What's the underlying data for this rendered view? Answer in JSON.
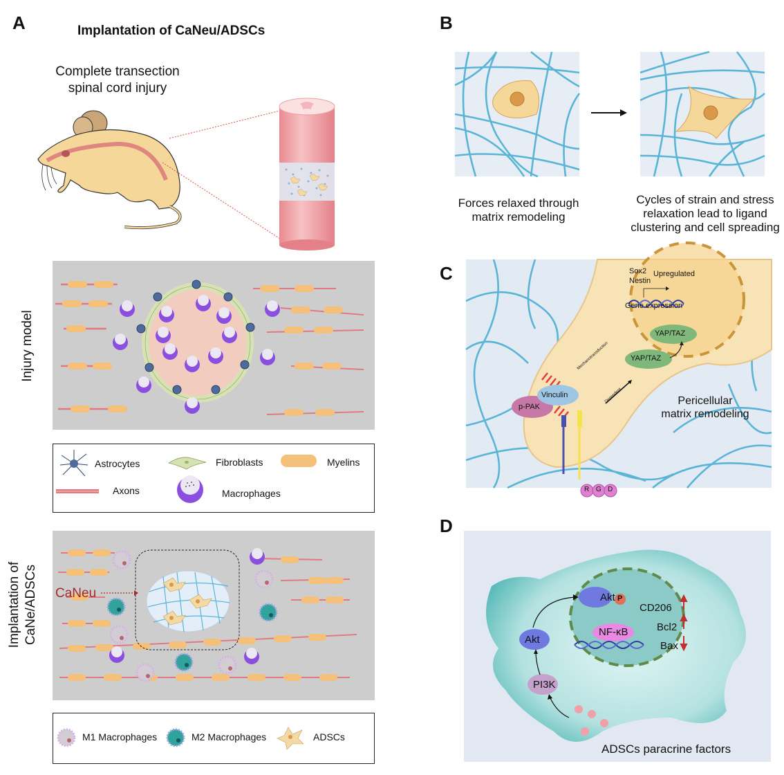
{
  "panels": {
    "A": {
      "label": "A",
      "title": "Implantation of CaNeu/ADSCs",
      "subtitle_line1": "Complete transection",
      "subtitle_line2": "spinal cord injury",
      "injury_row_label": "Injury model",
      "implant_row_label_line1": "Implantation of",
      "implant_row_label_line2": "CaNe/ADSCs",
      "caneu_label": "CaNeu",
      "legend1": {
        "astrocytes": "Astrocytes",
        "fibroblasts": "Fibroblasts",
        "myelins": "Myelins",
        "axons": "Axons",
        "macrophages": "Macrophages"
      },
      "legend2": {
        "m1": "M1 Macrophages",
        "m2": "M2 Macrophages",
        "adscs": "ADSCs"
      }
    },
    "B": {
      "label": "B",
      "caption_left_line1": "Forces relaxed through",
      "caption_left_line2": "matrix remodeling",
      "caption_right_line1": "Cycles of strain and stress",
      "caption_right_line2": "relaxation lead to ligand",
      "caption_right_line3": "clustering and cell spreading"
    },
    "C": {
      "label": "C",
      "sox2": "Sox2",
      "nestin": "Nestin",
      "upregulated": "Upregulated",
      "gene_expression": "Gene expression",
      "yap_taz_nucleus": "YAP/TAZ",
      "yap_taz_cyto": "YAP/TAZ",
      "mechanotransduction": "Mechanotransduction",
      "dependent": "Dependent",
      "vinculin": "Vinculin",
      "ppak": "p-PAK",
      "pericellular_line1": "Pericellular",
      "pericellular_line2": "matrix remodeling",
      "rgd": [
        "R",
        "G",
        "D"
      ]
    },
    "D": {
      "label": "D",
      "akt_nuclear": "Akt",
      "phospho": "P",
      "cd206": "CD206",
      "bcl2": "Bcl2",
      "bax": "Bax",
      "nfkb": "NF-κB",
      "akt_cyto": "Akt",
      "pi3k": "PI3K",
      "paracrine": "ADSCs paracrine factors",
      "arrows": {
        "cd206": "up",
        "bcl2": "up",
        "bax": "down"
      }
    }
  },
  "colors": {
    "fiber": "#5ab4d6",
    "matrix_bg": "#e6edf5",
    "cell": "#f6d79a",
    "nucleus": "#d89a4a",
    "macrophage": "#8b4fe0",
    "myelin": "#f4c07a",
    "axon": "#e07a80",
    "gray_panel": "#cdcdcd",
    "teal_cell": "#6cc4c4",
    "red_arrow": "#c0302e",
    "caneu_red": "#a52a2a"
  }
}
